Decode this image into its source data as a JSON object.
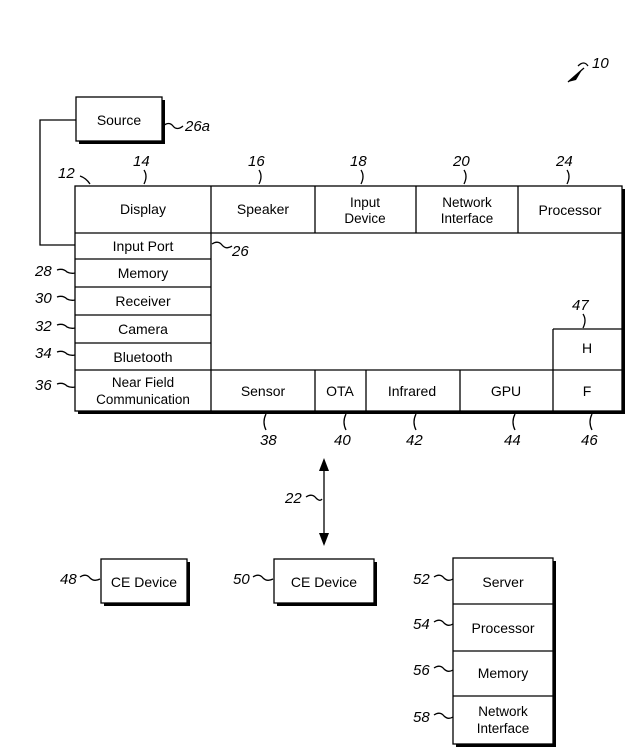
{
  "figure_ref": "10",
  "source": {
    "label": "Source",
    "ref": "26a"
  },
  "main_device": {
    "ref": "12",
    "display": {
      "label": "Display",
      "ref": "14"
    },
    "speaker": {
      "label": "Speaker",
      "ref": "16"
    },
    "input_device": {
      "label_line1": "Input",
      "label_line2": "Device",
      "ref": "18"
    },
    "network_interface": {
      "label_line1": "Network",
      "label_line2": "Interface",
      "ref": "20"
    },
    "processor": {
      "label": "Processor",
      "ref": "24"
    },
    "input_port": {
      "label": "Input Port",
      "ref": "26"
    },
    "memory": {
      "label": "Memory",
      "ref": "28"
    },
    "receiver": {
      "label": "Receiver",
      "ref": "30"
    },
    "camera": {
      "label": "Camera",
      "ref": "32"
    },
    "bluetooth": {
      "label": "Bluetooth",
      "ref": "34"
    },
    "nfc": {
      "label_line1": "Near Field",
      "label_line2": "Communication",
      "ref": "36"
    },
    "sensor": {
      "label": "Sensor",
      "ref": "38"
    },
    "ota": {
      "label": "OTA",
      "ref": "40"
    },
    "infrared": {
      "label": "Infrared",
      "ref": "42"
    },
    "gpu": {
      "label": "GPU",
      "ref": "44"
    },
    "f": {
      "label": "F",
      "ref": "46"
    },
    "h": {
      "label": "H",
      "ref": "47"
    }
  },
  "network": {
    "ref": "22"
  },
  "ce_device_1": {
    "label": "CE Device",
    "ref": "48"
  },
  "ce_device_2": {
    "label": "CE Device",
    "ref": "50"
  },
  "server_stack": {
    "server": {
      "label": "Server",
      "ref": "52"
    },
    "processor": {
      "label": "Processor",
      "ref": "54"
    },
    "memory": {
      "label": "Memory",
      "ref": "56"
    },
    "network_interface": {
      "label_line1": "Network",
      "label_line2": "Interface",
      "ref": "58"
    }
  }
}
